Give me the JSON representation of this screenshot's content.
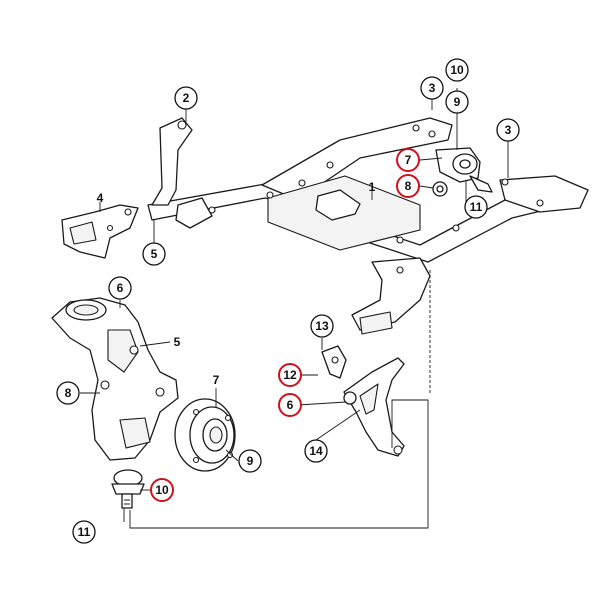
{
  "diagram": {
    "accent_color": "#d0101a",
    "callouts": [
      {
        "id": "c1",
        "text": "1"
      },
      {
        "id": "c2",
        "text": "2"
      },
      {
        "id": "c3a",
        "text": "3"
      },
      {
        "id": "c3b",
        "text": "3"
      },
      {
        "id": "c4",
        "text": "4"
      },
      {
        "id": "c5a",
        "text": "5"
      },
      {
        "id": "c5b",
        "text": "5"
      },
      {
        "id": "c6a",
        "text": "6"
      },
      {
        "id": "c6b",
        "text": "6"
      },
      {
        "id": "c7a",
        "text": "7"
      },
      {
        "id": "c7b",
        "text": "7"
      },
      {
        "id": "c8a",
        "text": "8"
      },
      {
        "id": "c8b",
        "text": "8"
      },
      {
        "id": "c9a",
        "text": "9"
      },
      {
        "id": "c9b",
        "text": "9"
      },
      {
        "id": "c10a",
        "text": "10"
      },
      {
        "id": "c10b",
        "text": "10"
      },
      {
        "id": "c11a",
        "text": "11"
      },
      {
        "id": "c11b",
        "text": "11"
      },
      {
        "id": "c12",
        "text": "12"
      },
      {
        "id": "c13",
        "text": "13"
      },
      {
        "id": "c14",
        "text": "14"
      }
    ]
  }
}
